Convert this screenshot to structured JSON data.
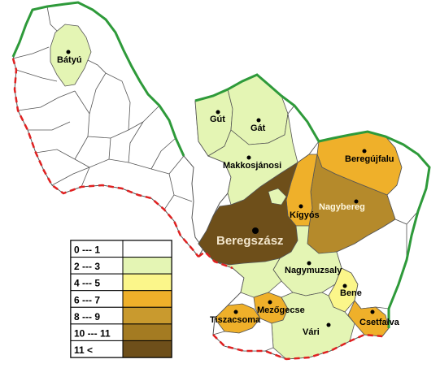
{
  "map": {
    "colors": {
      "border_green": "#2e9a3a",
      "region_border": "#555555",
      "state_border_red": "#e02020",
      "white": "#ffffff",
      "light_green": "#e4f5b4",
      "light_yellow": "#fbf68a",
      "yellow": "#f8d55a",
      "orange": "#efb02a",
      "brown_light": "#b58a2b",
      "brown": "#8a6a1c",
      "brown_dark": "#6e4f1a"
    },
    "towns": {
      "batyu": "Bátyú",
      "gut": "Gút",
      "gat": "Gát",
      "makkosjanosi": "Makkosjánosi",
      "beregujfalu": "Beregújfalu",
      "nagybereg": "Nagybereg",
      "kigyos": "Kígyós",
      "beregszasz": "Beregszász",
      "nagymuzsaly": "Nagymuzsaly",
      "bene": "Bene",
      "mezogecse": "Mezőgecse",
      "tiszacsoma": "Tiszacsoma",
      "vari": "Vári",
      "csetfalva": "Csetfalva"
    },
    "legend": [
      {
        "label": "0 --- 1",
        "color": "#ffffff"
      },
      {
        "label": "2 --- 3",
        "color": "#e4f5b4"
      },
      {
        "label": "4 --- 5",
        "color": "#fbf68a"
      },
      {
        "label": "6 --- 7",
        "color": "#efb02a"
      },
      {
        "label": "8 --- 9",
        "color": "#c99a2e"
      },
      {
        "label": "10 --- 11",
        "color": "#a47b22"
      },
      {
        "label": "11  <",
        "color": "#6e4f1a"
      }
    ]
  }
}
